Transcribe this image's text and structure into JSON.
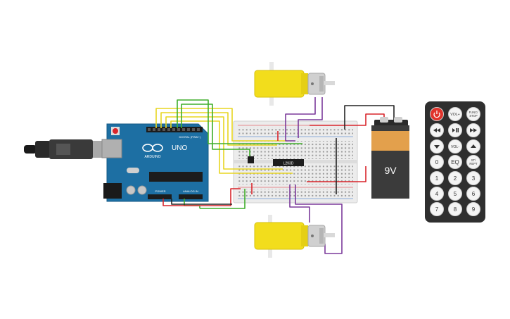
{
  "arduino": {
    "brand": "ARDUINO",
    "model": "UNO",
    "header_digital": "DIGITAL (PWM~)",
    "header_power": "POWER",
    "header_analog": "ANALOG IN"
  },
  "breadboard": {
    "chip_label": "L293D"
  },
  "battery": {
    "label": "9V"
  },
  "remote": {
    "buttons": [
      {
        "id": "power",
        "label": "",
        "kind": "power"
      },
      {
        "id": "vol-up",
        "label": "VOL+"
      },
      {
        "id": "func-stop",
        "label": "FUNC/\nSTOP"
      },
      {
        "id": "rewind",
        "label": "",
        "kind": "rewind"
      },
      {
        "id": "play-pause",
        "label": "",
        "kind": "playpause"
      },
      {
        "id": "fast-forward",
        "label": "",
        "kind": "ff"
      },
      {
        "id": "down",
        "label": "",
        "kind": "down"
      },
      {
        "id": "vol-down",
        "label": "VOL-"
      },
      {
        "id": "up",
        "label": "",
        "kind": "up"
      },
      {
        "id": "zero",
        "label": "0"
      },
      {
        "id": "eq",
        "label": "EQ"
      },
      {
        "id": "st-rept",
        "label": "ST/\nREPT"
      },
      {
        "id": "one",
        "label": "1"
      },
      {
        "id": "two",
        "label": "2"
      },
      {
        "id": "three",
        "label": "3"
      },
      {
        "id": "four",
        "label": "4"
      },
      {
        "id": "five",
        "label": "5"
      },
      {
        "id": "six",
        "label": "6"
      },
      {
        "id": "seven",
        "label": "7"
      },
      {
        "id": "eight",
        "label": "8"
      },
      {
        "id": "nine",
        "label": "9"
      }
    ]
  },
  "colors": {
    "arduino_board": "#1d6fa3",
    "breadboard": "#ececec",
    "motor_yellow": "#f2dd1c",
    "battery_orange": "#e3a04c",
    "battery_black": "#3b3b3b",
    "remote_body": "#2f2f2f",
    "remote_power": "#e0332b",
    "wire_red": "#d9252b",
    "wire_yellow": "#e8d521",
    "wire_green": "#3fae2a",
    "wire_purple": "#7b3a9b",
    "wire_black": "#222222",
    "usb_gray": "#8f8f8f"
  }
}
